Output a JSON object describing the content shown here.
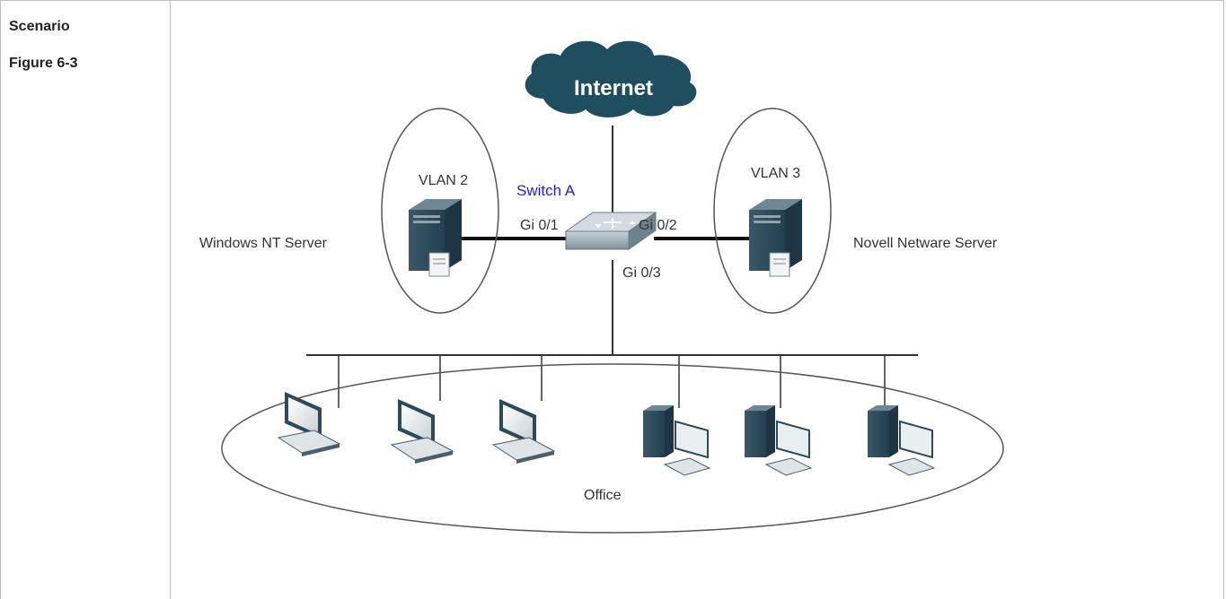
{
  "sidebar": {
    "heading": "Scenario",
    "figure_label": "Figure 6-3"
  },
  "diagram": {
    "cloud_label": "Internet",
    "switch_label": "Switch A",
    "vlan_left": "VLAN 2",
    "vlan_right": "VLAN 3",
    "server_left": "Windows NT Server",
    "server_right": "Novell Netware Server",
    "port_1": "Gi 0/1",
    "port_2": "Gi 0/2",
    "port_3": "Gi 0/3",
    "office_label": "Office",
    "colors": {
      "cloud": "#1f4e5f",
      "switch_label": "#1a1aff",
      "device": "#2e4a5a"
    }
  }
}
